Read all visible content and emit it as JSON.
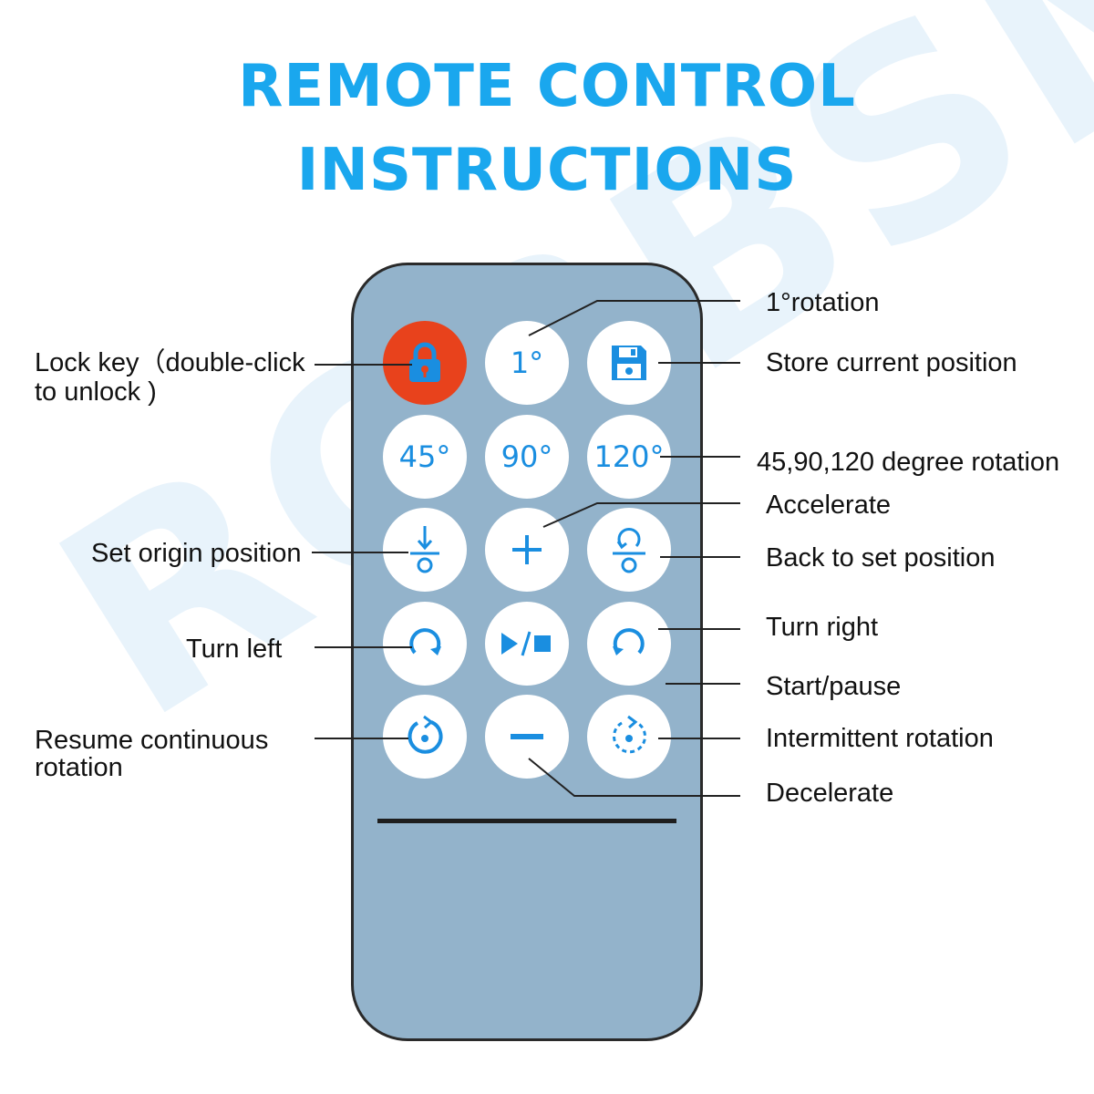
{
  "title": {
    "line1": "REMOTE CONTROL",
    "line2": "INSTRUCTIONS"
  },
  "watermark": "RCRBSM",
  "buttons": {
    "lock": {
      "icon": "lock-icon"
    },
    "one_degree": {
      "label": "1°"
    },
    "store": {
      "icon": "save-icon"
    },
    "deg45": {
      "label": "45°"
    },
    "deg90": {
      "label": "90°"
    },
    "deg120": {
      "label": "120°"
    },
    "set_origin": {
      "icon": "set-origin-icon"
    },
    "accelerate": {
      "icon": "plus-icon"
    },
    "back_to_position": {
      "icon": "return-position-icon"
    },
    "turn_left": {
      "icon": "rotate-clockwise-icon"
    },
    "start_pause": {
      "icon": "play-pause-icon"
    },
    "turn_right": {
      "icon": "rotate-counterclockwise-icon"
    },
    "continuous": {
      "icon": "continuous-rotation-icon"
    },
    "decelerate": {
      "icon": "minus-icon"
    },
    "intermittent": {
      "icon": "intermittent-rotation-icon"
    }
  },
  "labels": {
    "lock_line1": "Lock key（double-click",
    "lock_line2": "to unlock )",
    "one_rotation": "1°rotation",
    "store": "Store current position",
    "degree_rotation": "45,90,120 degree rotation",
    "accelerate": "Accelerate",
    "set_origin": "Set origin position",
    "back_to_set": "Back to set position",
    "turn_right": "Turn right",
    "turn_left": "Turn left",
    "start_pause": "Start/pause",
    "resume_line1": "Resume continuous",
    "resume_line2": "rotation",
    "intermittent": "Intermittent rotation",
    "decelerate": "Decelerate"
  },
  "colors": {
    "title": "#1aa7ee",
    "remote_body": "#93b3cb",
    "button": "#ffffff",
    "button_icon": "#1a8ee0",
    "lock_button": "#e8421c"
  }
}
